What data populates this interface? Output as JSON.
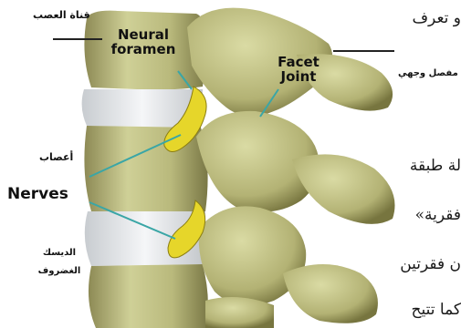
{
  "labels": {
    "neural_canal_ar": "قناة العصب",
    "neural_foramen_line1": "Neural",
    "neural_foramen_line2": "foramen",
    "facet_joint_line1": "Facet",
    "facet_joint_line2": "Joint",
    "facet_joint_ar": "مفصل وجهي",
    "nerves_ar": "أعصاب",
    "nerves_en": "Nerves",
    "disc_ar_line1": "الديسك",
    "disc_ar_line2": "الغضروف"
  },
  "body_text_fragments": [
    "و تعرف",
    "لة طبقة",
    "فقرية»",
    "ن فقرتين",
    "كما تتيح"
  ],
  "colors": {
    "bone": "#c9c98a",
    "bone_shadow": "#7f7d4c",
    "disc": "#eef0f2",
    "nerve": "#e6d62a",
    "pointer_line": "#3aa6a6",
    "label_line": "#222222"
  }
}
